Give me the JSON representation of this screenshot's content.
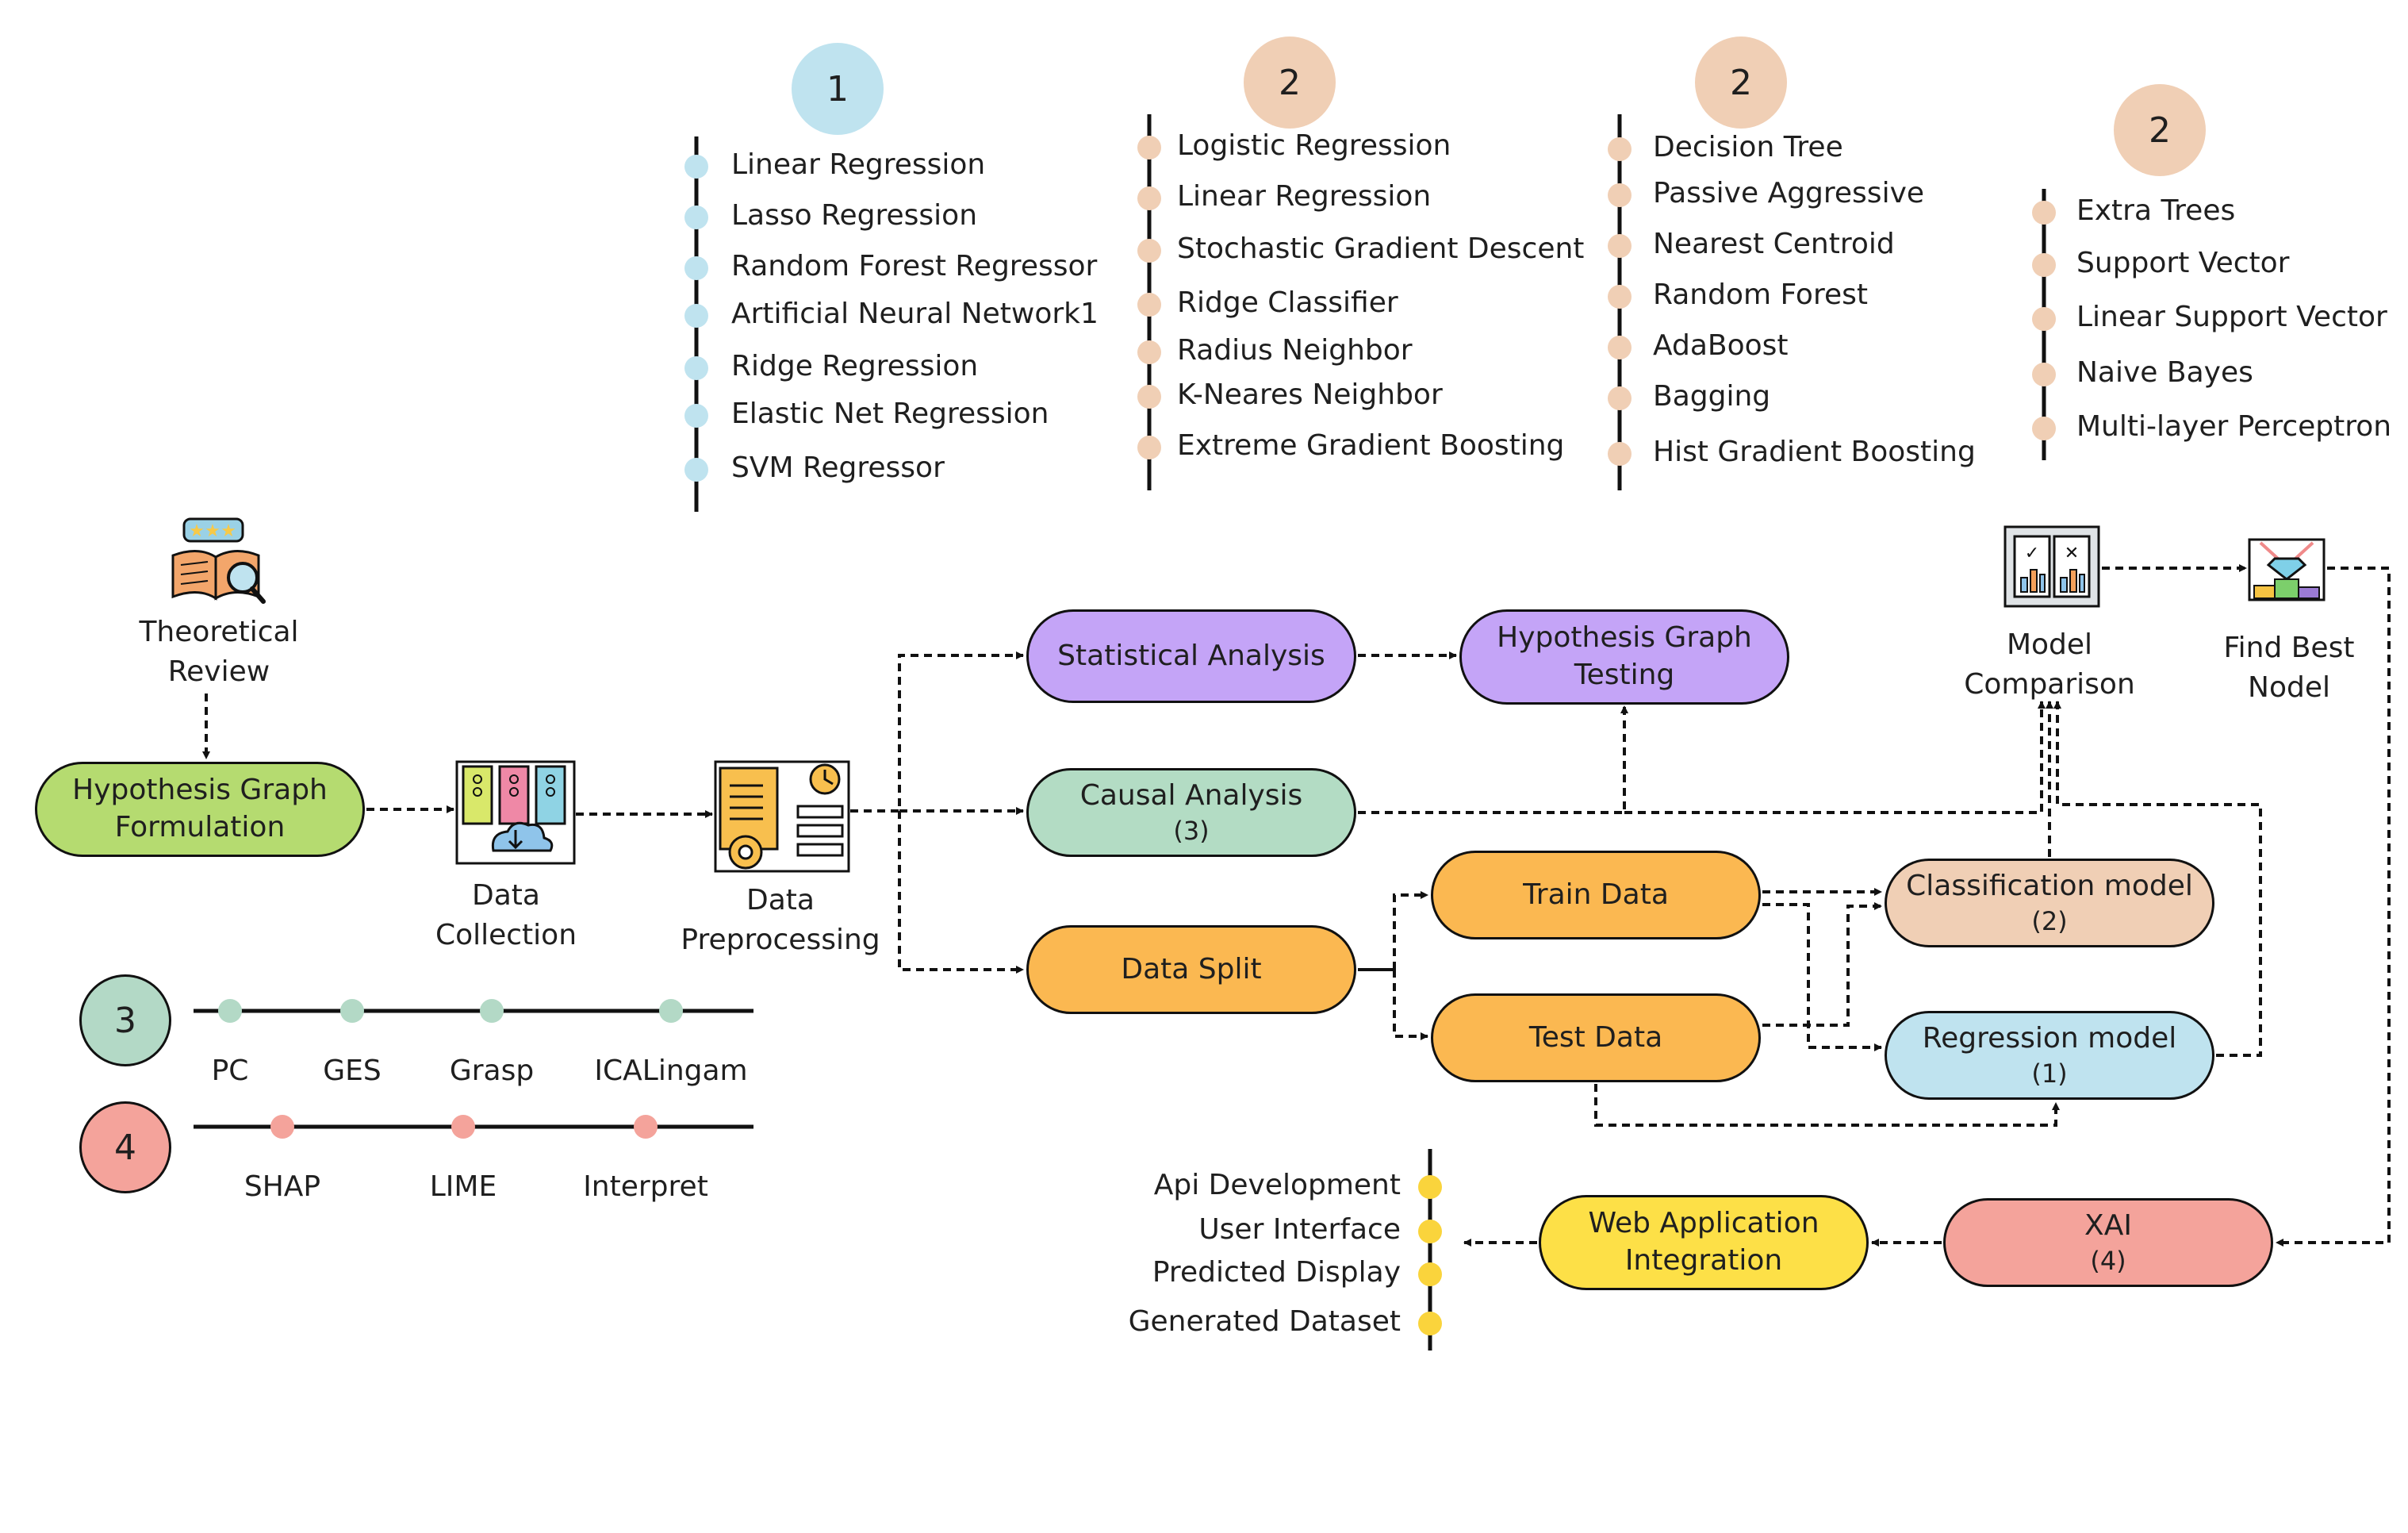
{
  "colors": {
    "blue": "#bfe3ef",
    "peach": "#f0cfb5",
    "green": "#b3d9c6",
    "red": "#f4a39b",
    "purple": "#c4a4f7",
    "lime": "#b5db70",
    "mint": "#b3dcc4",
    "orange": "#fbb851",
    "yellow": "#fde047",
    "dot_blue": "#bfe3ef",
    "dot_peach": "#f0c9aa",
    "dot_green": "#b3d9c6",
    "dot_red": "#f4a39b",
    "dot_yellow": "#fad43c"
  },
  "model_groups": [
    {
      "badge": "1",
      "color": "blue",
      "items": [
        "Linear Regression",
        "Lasso Regression",
        "Random Forest Regressor",
        "Artificial Neural Network1",
        "Ridge Regression",
        "Elastic Net Regression",
        "SVM Regressor"
      ]
    },
    {
      "badge": "2",
      "color": "peach",
      "items": [
        "Logistic Regression",
        "Linear Regression",
        "Stochastic  Gradient Descent",
        "Ridge Classifier",
        "Radius Neighbor",
        "K-Neares Neighbor",
        "Extreme Gradient Boosting"
      ]
    },
    {
      "badge": "2",
      "color": "peach",
      "items": [
        "Decision Tree",
        "Passive Aggressive",
        "Nearest Centroid",
        "Random Forest",
        "AdaBoost",
        "Bagging",
        "Hist Gradient Boosting"
      ]
    },
    {
      "badge": "2",
      "color": "peach",
      "items": [
        "Extra Trees",
        "Support Vector",
        "Linear Support Vector",
        "Naive Bayes",
        "Multi-layer Perceptron"
      ]
    }
  ],
  "method_rows": [
    {
      "badge": "3",
      "color": "green",
      "dot_color": "dot_green",
      "items": [
        "PC",
        "GES",
        "Grasp",
        "ICALingam"
      ]
    },
    {
      "badge": "4",
      "color": "red",
      "dot_color": "dot_red",
      "items": [
        "SHAP",
        "LIME",
        "Interpret"
      ]
    }
  ],
  "icons": {
    "theoretical_review": {
      "name": "book-magnifier-icon",
      "label": [
        "Theoretical",
        "Review"
      ]
    },
    "data_collection": {
      "name": "server-cloud-icon",
      "label": [
        "Data",
        "Collection"
      ]
    },
    "data_preprocessing": {
      "name": "document-gear-icon",
      "label": [
        "Data",
        "Preprocessing"
      ]
    },
    "model_comparison": {
      "name": "chart-compare-icon",
      "label": [
        "Model",
        "Comparison"
      ]
    },
    "find_best": {
      "name": "diamond-podium-icon",
      "label": [
        "Find Best",
        "Nodel"
      ]
    }
  },
  "nodes": {
    "hypothesis_formulation": {
      "lines": [
        "Hypothesis Graph",
        "Formulation"
      ],
      "color": "lime"
    },
    "statistical_analysis": {
      "lines": [
        "Statistical Analysis"
      ],
      "color": "purple"
    },
    "hypothesis_testing": {
      "lines": [
        "Hypothesis Graph",
        "Testing"
      ],
      "color": "purple"
    },
    "causal_analysis": {
      "lines": [
        "Causal Analysis",
        "(3)"
      ],
      "color": "mint"
    },
    "data_split": {
      "lines": [
        "Data Split"
      ],
      "color": "orange"
    },
    "train_data": {
      "lines": [
        "Train Data"
      ],
      "color": "orange"
    },
    "test_data": {
      "lines": [
        "Test Data"
      ],
      "color": "orange"
    },
    "classification_model": {
      "lines": [
        "Classification model",
        "(2)"
      ],
      "color": "peach"
    },
    "regression_model": {
      "lines": [
        "Regression model",
        "(1)"
      ],
      "color": "blue"
    },
    "xai": {
      "lines": [
        "XAI",
        "(4)"
      ],
      "color": "red"
    },
    "web_app": {
      "lines": [
        "Web Application",
        "Integration"
      ],
      "color": "yellow"
    }
  },
  "deployment_items": [
    "Api Development",
    "User Interface",
    "Predicted Display",
    "Generated Dataset"
  ]
}
